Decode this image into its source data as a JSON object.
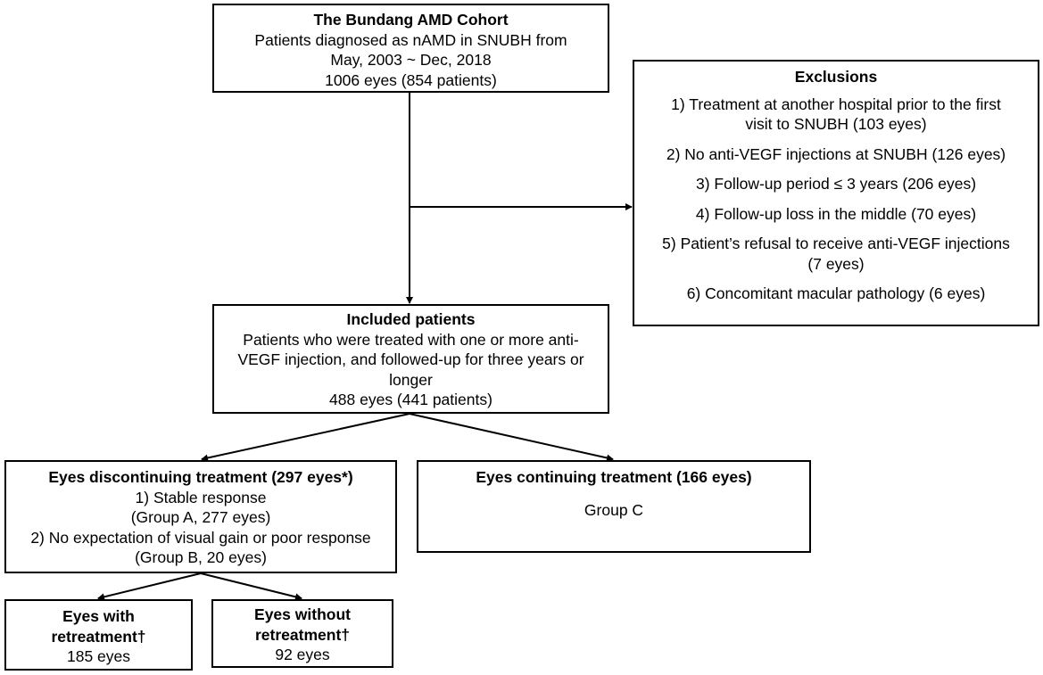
{
  "cohort": {
    "title": "The Bundang AMD Cohort",
    "line1": "Patients diagnosed as nAMD in SNUBH from",
    "line2": "May, 2003 ~ Dec, 2018",
    "line3": "1006 eyes (854 patients)"
  },
  "exclusions": {
    "title": "Exclusions",
    "item1_line1": "1)  Treatment at another hospital prior to the first",
    "item1_line2": "visit to SNUBH (103 eyes)",
    "item2": "2) No anti-VEGF injections at SNUBH (126 eyes)",
    "item3": "3) Follow-up period ≤ 3 years (206 eyes)",
    "item4": "4) Follow-up loss in the middle (70 eyes)",
    "item5_line1": "5) Patient’s refusal to receive anti-VEGF injections",
    "item5_line2": "(7 eyes)",
    "item6": "6) Concomitant macular pathology (6 eyes)"
  },
  "included": {
    "title": "Included patients",
    "description": "Patients who were treated with one or more anti-VEGF injection, and followed-up for three years or longer",
    "count": "488 eyes (441 patients)"
  },
  "discontinuing": {
    "title": "Eyes discontinuing treatment (297 eyes*)",
    "reason1": "1)  Stable response",
    "reason1_group": "(Group A, 277 eyes)",
    "reason2": "2) No expectation of visual gain or poor response",
    "reason2_group": "(Group B, 20 eyes)"
  },
  "continuing": {
    "title": "Eyes continuing treatment (166 eyes)",
    "group": "Group C"
  },
  "with_retreatment": {
    "title_line1": "Eyes with",
    "title_line2": "retreatment†",
    "count": "185 eyes"
  },
  "without_retreatment": {
    "title_line1": "Eyes without",
    "title_line2": "retreatment†",
    "count": "92 eyes"
  }
}
